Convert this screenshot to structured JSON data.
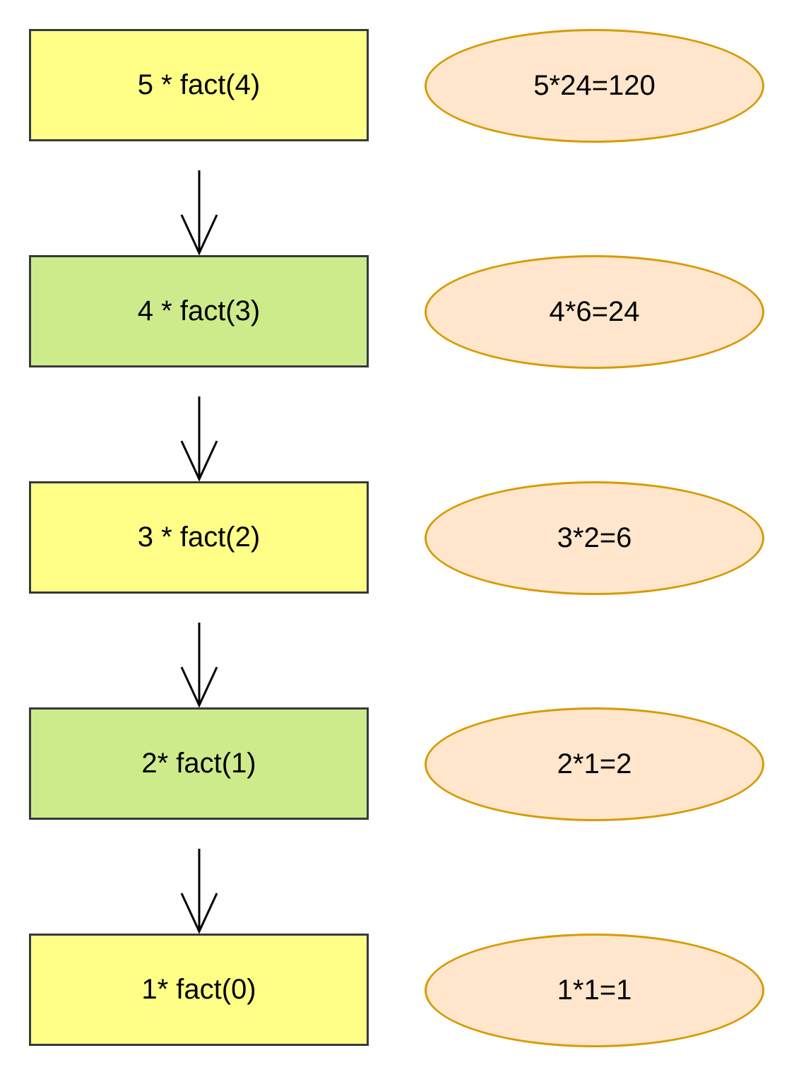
{
  "colors": {
    "box_yellow": "#ffff88",
    "box_green": "#cdeb8b",
    "box_border": "#36393d",
    "ellipse_fill": "#ffe6cc",
    "ellipse_border": "#d79b00",
    "arrow": "#000000"
  },
  "calls": [
    {
      "label": "5 * fact(4)",
      "color": "yellow"
    },
    {
      "label": "4 * fact(3)",
      "color": "green"
    },
    {
      "label": "3 * fact(2)",
      "color": "yellow"
    },
    {
      "label": "2* fact(1)",
      "color": "green"
    },
    {
      "label": "1* fact(0)",
      "color": "yellow"
    }
  ],
  "results": [
    {
      "label": "5*24=120"
    },
    {
      "label": "4*6=24"
    },
    {
      "label": "3*2=6"
    },
    {
      "label": "2*1=2"
    },
    {
      "label": "1*1=1"
    }
  ]
}
